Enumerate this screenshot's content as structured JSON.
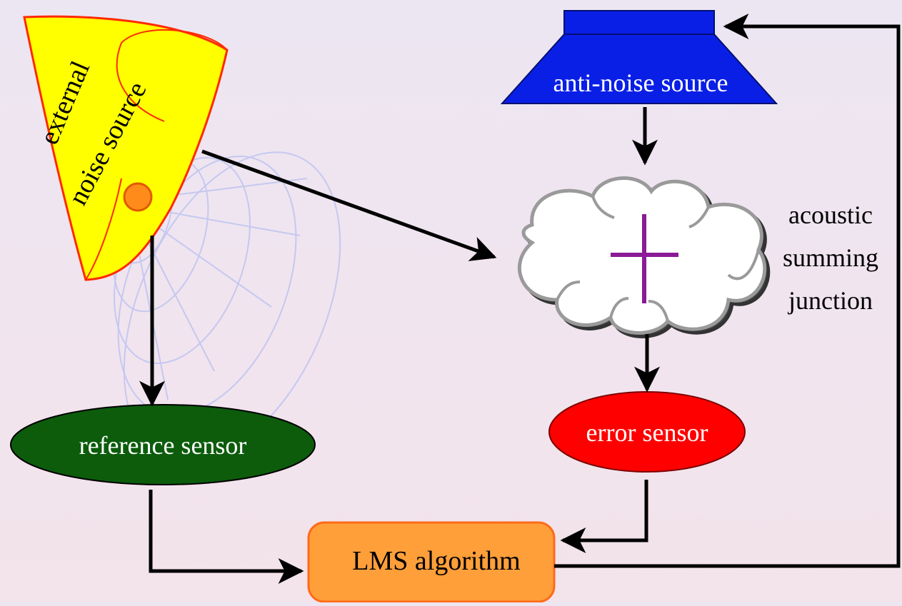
{
  "nodes": {
    "external_noise_source": {
      "line1": "external",
      "line2": "noise source",
      "fill": "#ffff00",
      "stroke": "#ff2a00"
    },
    "anti_noise_source": {
      "label": "anti-noise source",
      "fill": "#0a1fe6"
    },
    "summing_junction": {
      "label_line1": "acoustic",
      "label_line2": "summing",
      "label_line3": "junction",
      "plus_color": "#8b1a96"
    },
    "reference_sensor": {
      "label": "reference sensor",
      "fill": "#0c5c0c"
    },
    "error_sensor": {
      "label": "error sensor",
      "fill": "#ff0000"
    },
    "lms_algorithm": {
      "label": "LMS algorithm",
      "fill": "#ff9f3a"
    }
  },
  "colors": {
    "arrow": "#000000",
    "noise_waves": "#c5c8f0"
  }
}
